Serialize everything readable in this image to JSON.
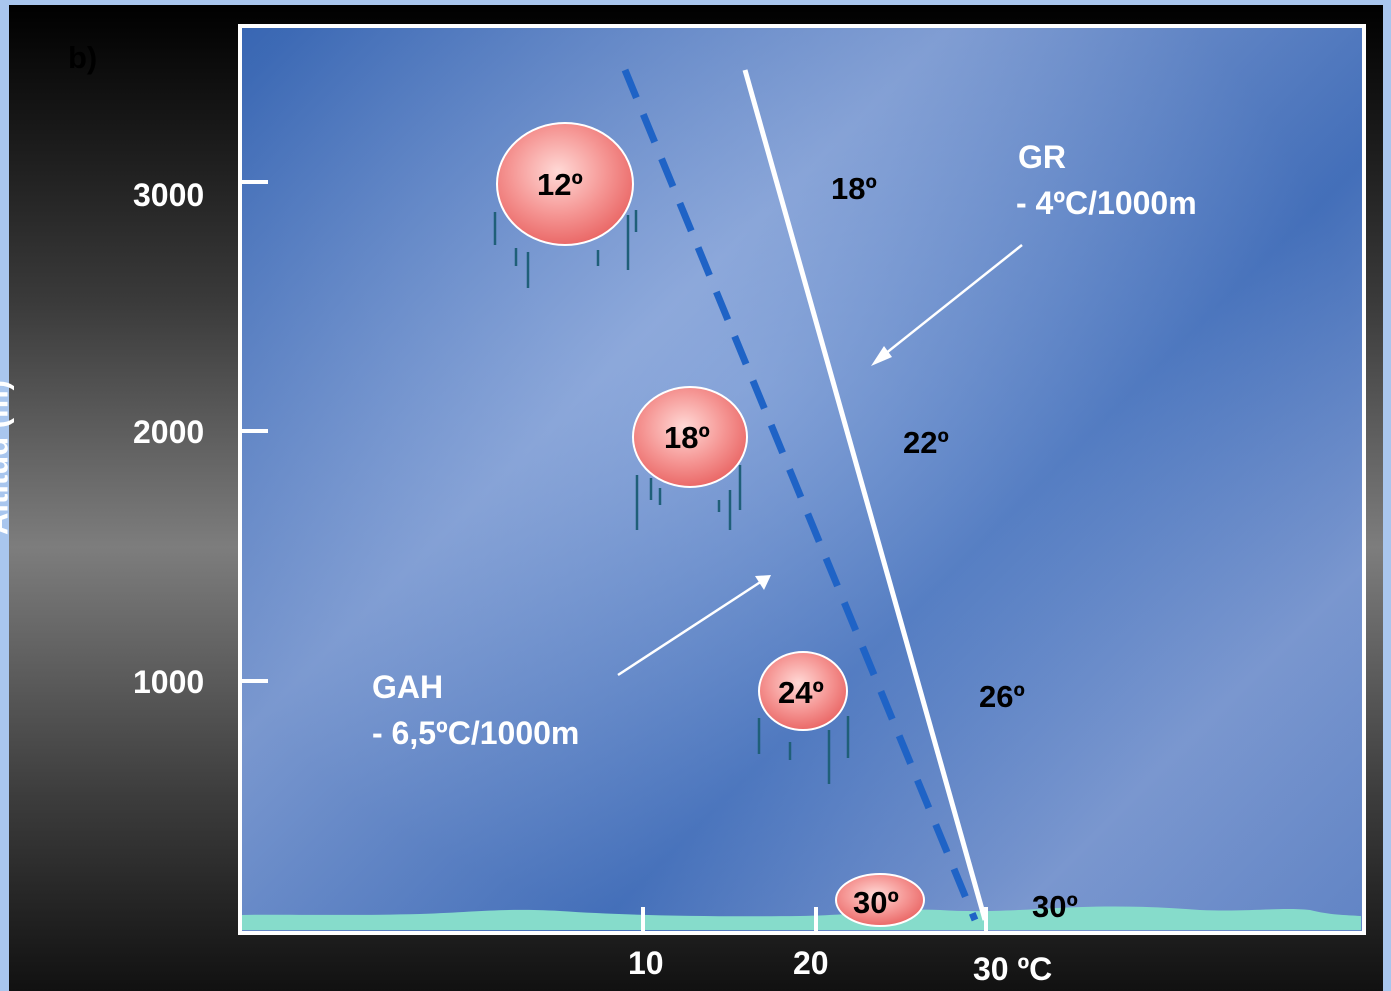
{
  "panel_label": "b)",
  "y_axis": {
    "label": "Altitud (m)",
    "ticks": [
      "3000",
      "2000",
      "1000"
    ]
  },
  "x_axis": {
    "ticks": [
      "10",
      "20",
      "30 ºC"
    ]
  },
  "gr": {
    "name": "GR",
    "rate": "- 4ºC/1000m",
    "temps": [
      "18º",
      "22º",
      "26º",
      "30º"
    ]
  },
  "gah": {
    "name": "GAH",
    "rate": "- 6,5ºC/1000m"
  },
  "parcels": [
    "12º",
    "18º",
    "24º",
    "30º"
  ],
  "colors": {
    "solid_line": "#ffffff",
    "dashed_line": "#1f63c6",
    "parcel_fill": "#f07a78",
    "ground": "#86dccb",
    "rain": "#1f5f78"
  }
}
